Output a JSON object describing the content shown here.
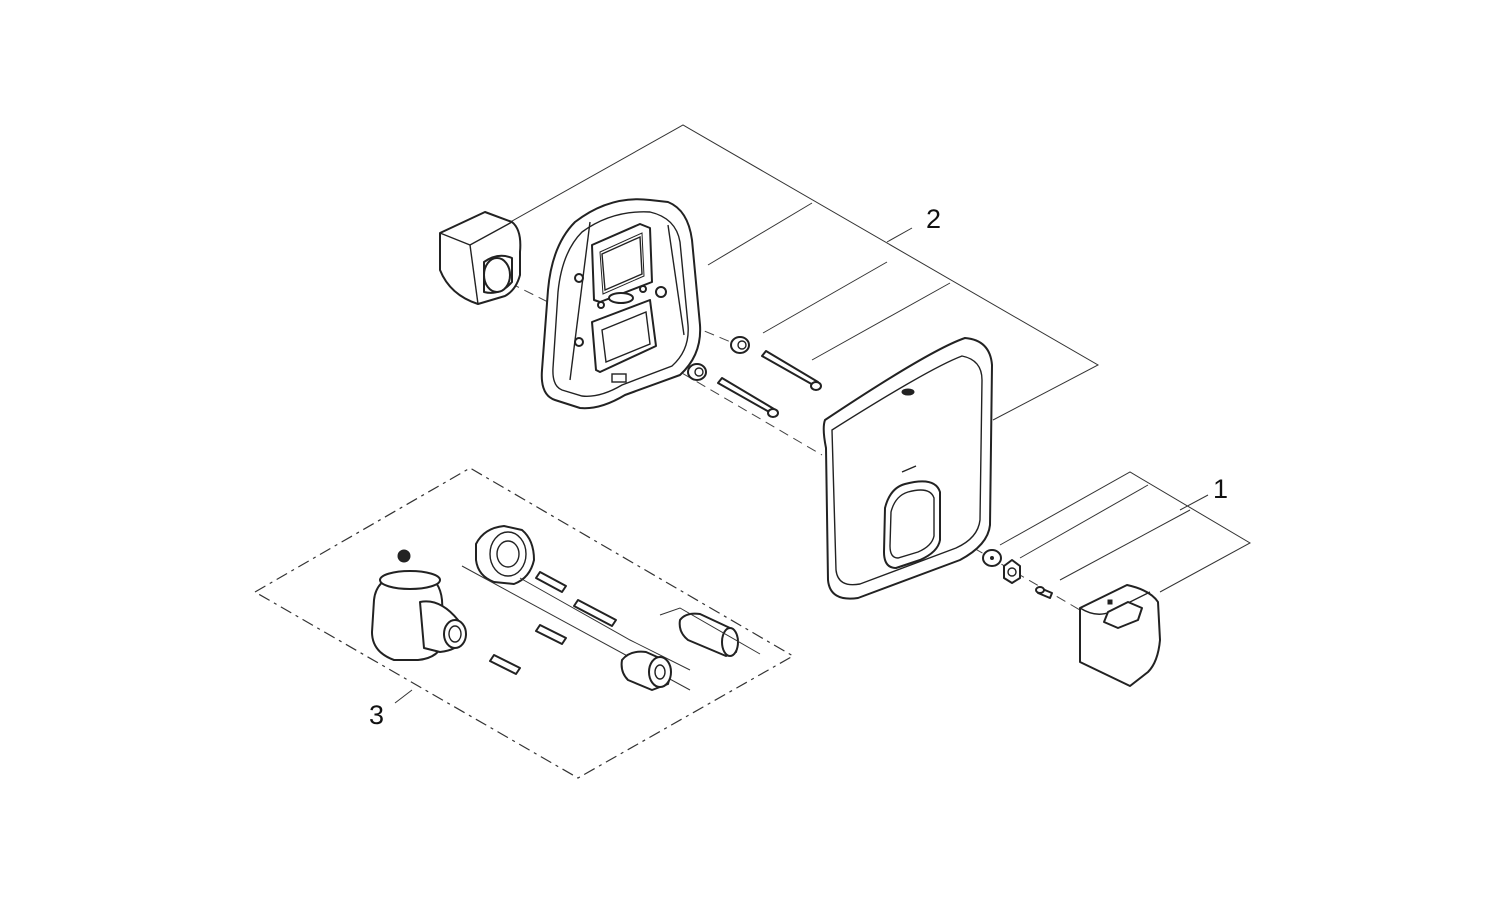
{
  "callouts": [
    {
      "id": "1",
      "label": "1"
    },
    {
      "id": "2",
      "label": "2"
    },
    {
      "id": "3",
      "label": "3"
    }
  ],
  "colors": {
    "line": "#222222",
    "background": "#ffffff"
  },
  "icons": [
    "escutcheon-icon",
    "handle-icon",
    "mounting-plate-icon",
    "extension-sleeve-icon",
    "screw-icon",
    "washer-icon",
    "cartridge-icon",
    "service-kit-icon"
  ]
}
